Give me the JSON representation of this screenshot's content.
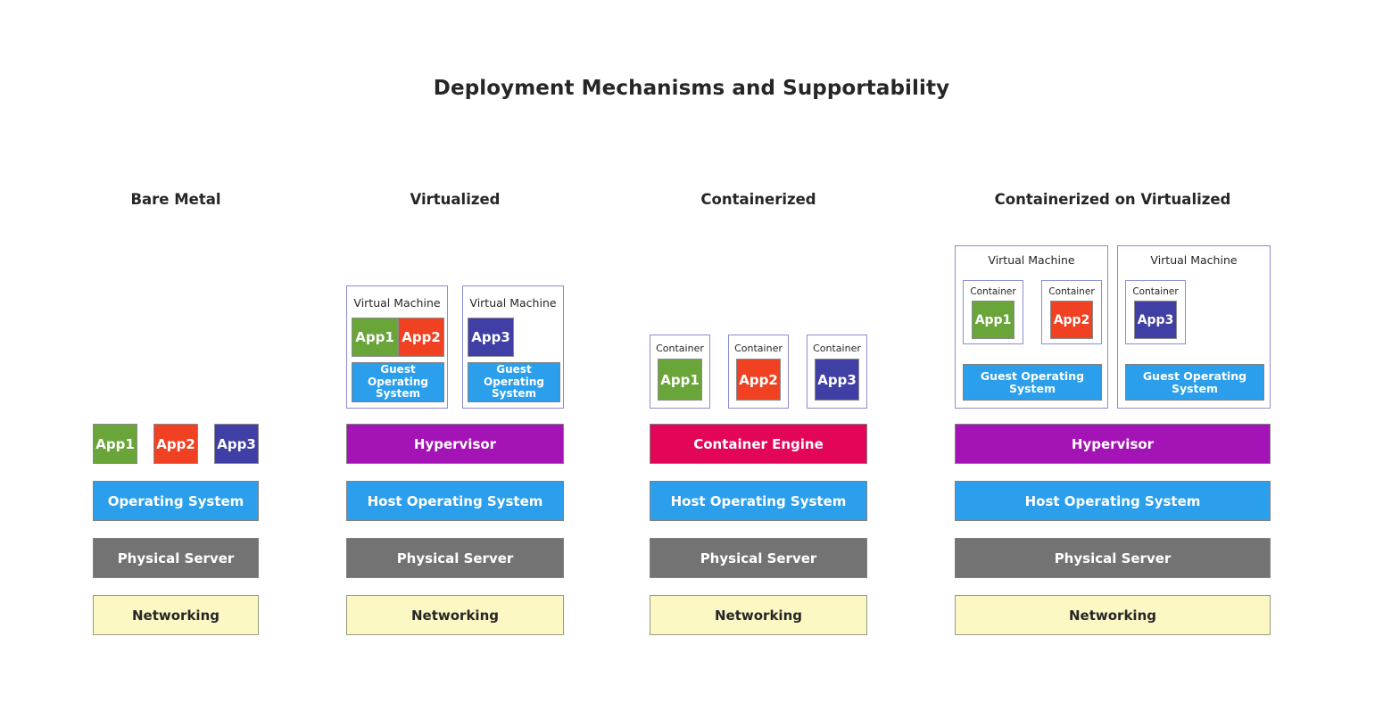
{
  "title": "Deployment Mechanisms and Supportability",
  "colors": {
    "app1": "#6AA539",
    "app2": "#F04123",
    "app3": "#3F3FA5",
    "operating_system": "#2B9FEC",
    "hypervisor": "#A413B5",
    "container_engine": "#E30558",
    "physical_server": "#737373",
    "networking": "#FCF8C4",
    "box_border": "#8C8CD0"
  },
  "labels": {
    "virtual_machine": "Virtual Machine",
    "container": "Container",
    "guest_os": "Guest Operating System",
    "app1": "App1",
    "app2": "App2",
    "app3": "App3"
  },
  "columns": [
    {
      "header": "Bare Metal",
      "apps": [
        "App1",
        "App2",
        "App3"
      ],
      "stack": [
        "Operating System",
        "Physical Server",
        "Networking"
      ]
    },
    {
      "header": "Virtualized",
      "vms": [
        {
          "label": "Virtual Machine",
          "apps": [
            "App1",
            "App2"
          ],
          "guest_os": "Guest Operating System"
        },
        {
          "label": "Virtual Machine",
          "apps": [
            "App3"
          ],
          "guest_os": "Guest Operating System"
        }
      ],
      "stack": [
        "Hypervisor",
        "Host Operating System",
        "Physical Server",
        "Networking"
      ]
    },
    {
      "header": "Containerized",
      "containers": [
        {
          "label": "Container",
          "app": "App1"
        },
        {
          "label": "Container",
          "app": "App2"
        },
        {
          "label": "Container",
          "app": "App3"
        }
      ],
      "stack": [
        "Container Engine",
        "Host Operating System",
        "Physical Server",
        "Networking"
      ]
    },
    {
      "header": "Containerized on Virtualized",
      "vms": [
        {
          "label": "Virtual Machine",
          "containers": [
            {
              "label": "Container",
              "app": "App1"
            },
            {
              "label": "Container",
              "app": "App2"
            }
          ],
          "guest_os": "Guest Operating System"
        },
        {
          "label": "Virtual Machine",
          "containers": [
            {
              "label": "Container",
              "app": "App3"
            }
          ],
          "guest_os": "Guest Operating System"
        }
      ],
      "stack": [
        "Hypervisor",
        "Host Operating System",
        "Physical Server",
        "Networking"
      ]
    }
  ]
}
